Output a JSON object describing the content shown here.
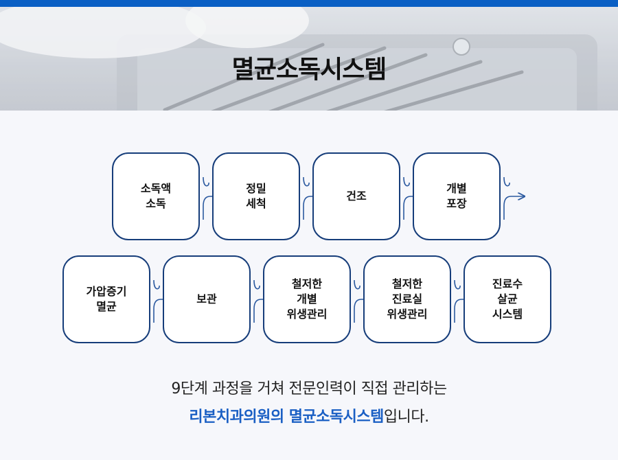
{
  "header": {
    "title": "멸균소독시스템"
  },
  "steps_row1": [
    {
      "label": "소독액\n소독"
    },
    {
      "label": "정밀\n세척"
    },
    {
      "label": "건조"
    },
    {
      "label": "개별\n포장"
    }
  ],
  "steps_row2": [
    {
      "label": "가압증기\n멸균"
    },
    {
      "label": "보관"
    },
    {
      "label": "철저한\n개별\n위생관리"
    },
    {
      "label": "철저한\n진료실\n위생관리"
    },
    {
      "label": "진료수\n살균\n시스템"
    }
  ],
  "caption": {
    "line1": "9단계 과정을 거쳐 전문인력이 직접 관리하는",
    "highlight": "리본치과의원의 멸균소독시스템",
    "suffix": "입니다."
  },
  "colors": {
    "brand": "#0a5fc4",
    "box_border": "#163d7a",
    "highlight": "#1a5fc4"
  }
}
